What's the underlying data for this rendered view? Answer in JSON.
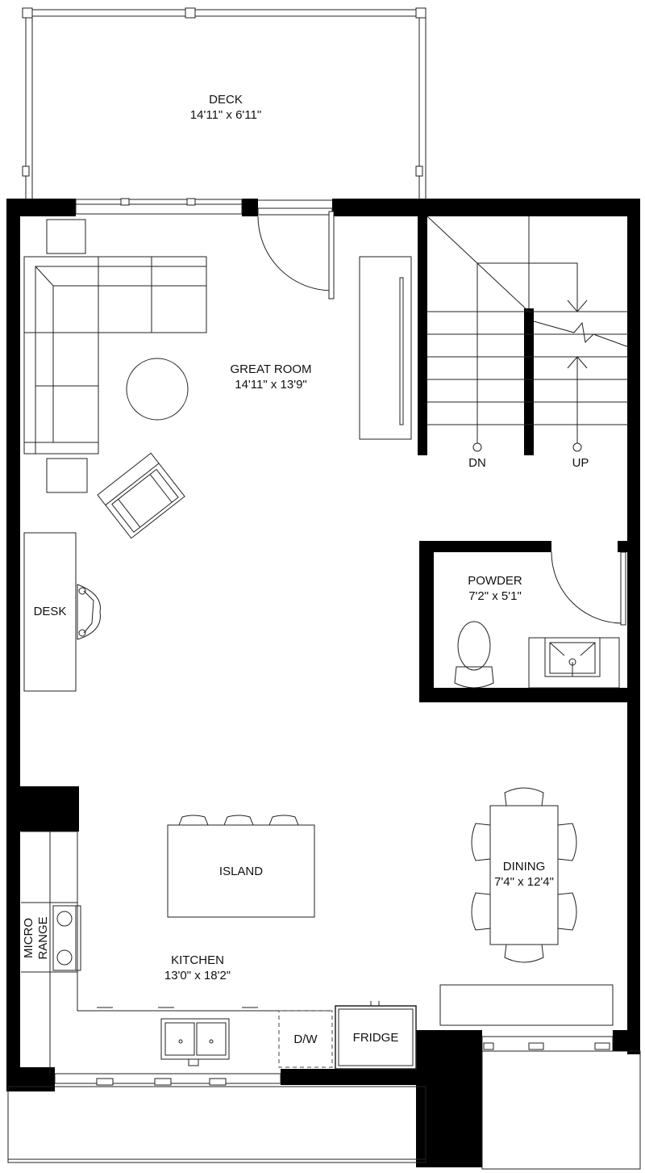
{
  "rooms": {
    "deck": {
      "name": "DECK",
      "dims": "14'11\" x 6'11\""
    },
    "great_room": {
      "name": "GREAT ROOM",
      "dims": "14'11\" x 13'9\""
    },
    "powder": {
      "name": "POWDER",
      "dims": "7'2\" x 5'1\""
    },
    "dining": {
      "name": "DINING",
      "dims": "7'4\" x 12'4\""
    },
    "kitchen": {
      "name": "KITCHEN",
      "dims": "13'0\" x 18'2\""
    }
  },
  "fixtures": {
    "desk": "DESK",
    "island": "ISLAND",
    "dishwasher": "D/W",
    "fridge": "FRIDGE",
    "micro": "MICRO",
    "range": "RANGE"
  },
  "stairs": {
    "down": "DN",
    "up": "UP"
  }
}
